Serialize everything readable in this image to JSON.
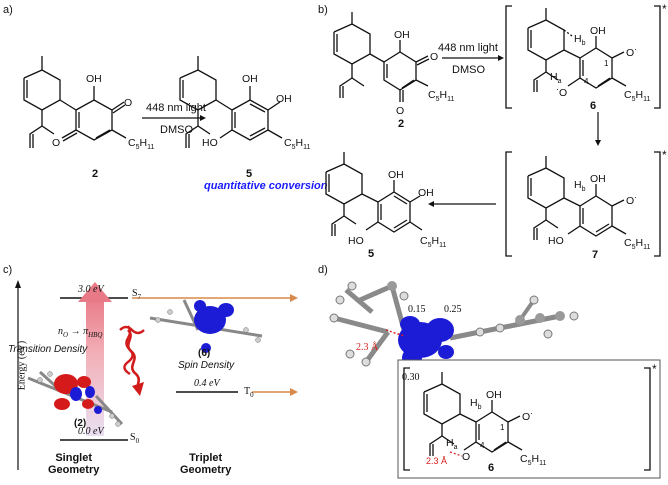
{
  "panels": {
    "a": "a)",
    "b": "b)",
    "c": "c)",
    "d": "d)"
  },
  "panel_a": {
    "arrow_top": "448 nm light",
    "arrow_bottom": "DMSO",
    "compound_left": "2",
    "compound_right": "5",
    "note": "quantitative conversion",
    "note_color": "#1a1aff"
  },
  "panel_b": {
    "arrow_top": "448 nm light",
    "arrow_bottom": "DMSO",
    "compound_start": "2",
    "compound_diradical": "6",
    "compound_7": "7",
    "compound_product": "5",
    "star": "*",
    "Hb": "H",
    "Hb_sub": "b",
    "Ha": "H",
    "Ha_sub": "a",
    "C4": "4",
    "C1": "1",
    "OH": "OH",
    "HO": "HO",
    "O": "O",
    "C5H11": "C",
    "C5H11_sub1": "5",
    "C5H11_h": "H",
    "C5H11_sub2": "11"
  },
  "panel_c": {
    "axis_label": "Energy (eV)",
    "level_s7": "3.0 eV",
    "state_s7": "S",
    "state_s7_sub": "7",
    "level_t0": "0.4 eV",
    "state_t0": "T",
    "state_t0_sub": "0",
    "level_s0": "0.0 eV",
    "state_s0": "S",
    "state_s0_sub": "0",
    "transition": "n",
    "transition_sub": "O",
    "transition_to": " → π",
    "transition_to_sub": "HBQ",
    "transition_density": "Transition Density",
    "spin_density": "Spin Density",
    "compound_2": "(2)",
    "compound_6": "(6)",
    "singlet": "Singlet",
    "singlet2": "Geometry",
    "triplet": "Triplet",
    "triplet2": "Geometry"
  },
  "panel_d": {
    "distance": "2.3 Å",
    "spin_015": "0.15",
    "spin_025": "0.25",
    "spin_030": "0.30",
    "inset_distance": "2.3 Å",
    "inset_compound": "6",
    "distance_color": "#d81e1e"
  },
  "colors": {
    "spin_blue": "#1c1cd6",
    "density_red": "#d41a1a",
    "arrow_orange": "#d9894a",
    "arrow_pink": "#f2a0a8",
    "wavy_red": "#d21c1c"
  }
}
